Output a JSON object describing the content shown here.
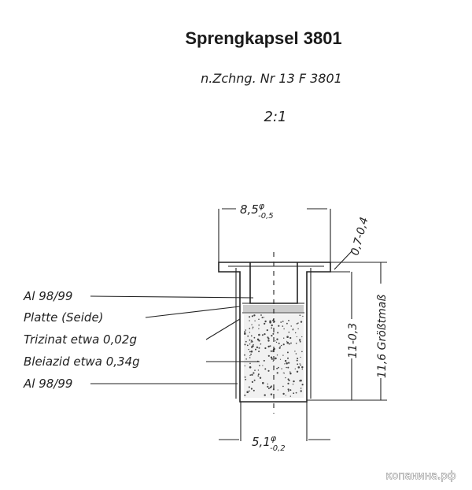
{
  "title": "Sprengkapsel 3801",
  "drawing_ref": "n.Zchng. Nr 13 F 3801",
  "scale": "2:1",
  "labels": {
    "al_top": "Al 98/99",
    "platte": "Platte (Seide)",
    "trizinat": "Trizinat  etwa 0,02g",
    "bleiazid": "Bleiazid  etwa 0,34g",
    "al_bottom": "Al 98/99"
  },
  "dimensions": {
    "flange_dia": "8,5",
    "flange_dia_tol": "-0,5",
    "body_dia": "5,1",
    "body_dia_tol": "-0,2",
    "flange_thickness": "0,7-0,4",
    "body_length": "11-0,3",
    "max_length": "11,6 Größtmaß",
    "dia_symbol": "φ"
  },
  "watermark": "копанина.рф"
}
